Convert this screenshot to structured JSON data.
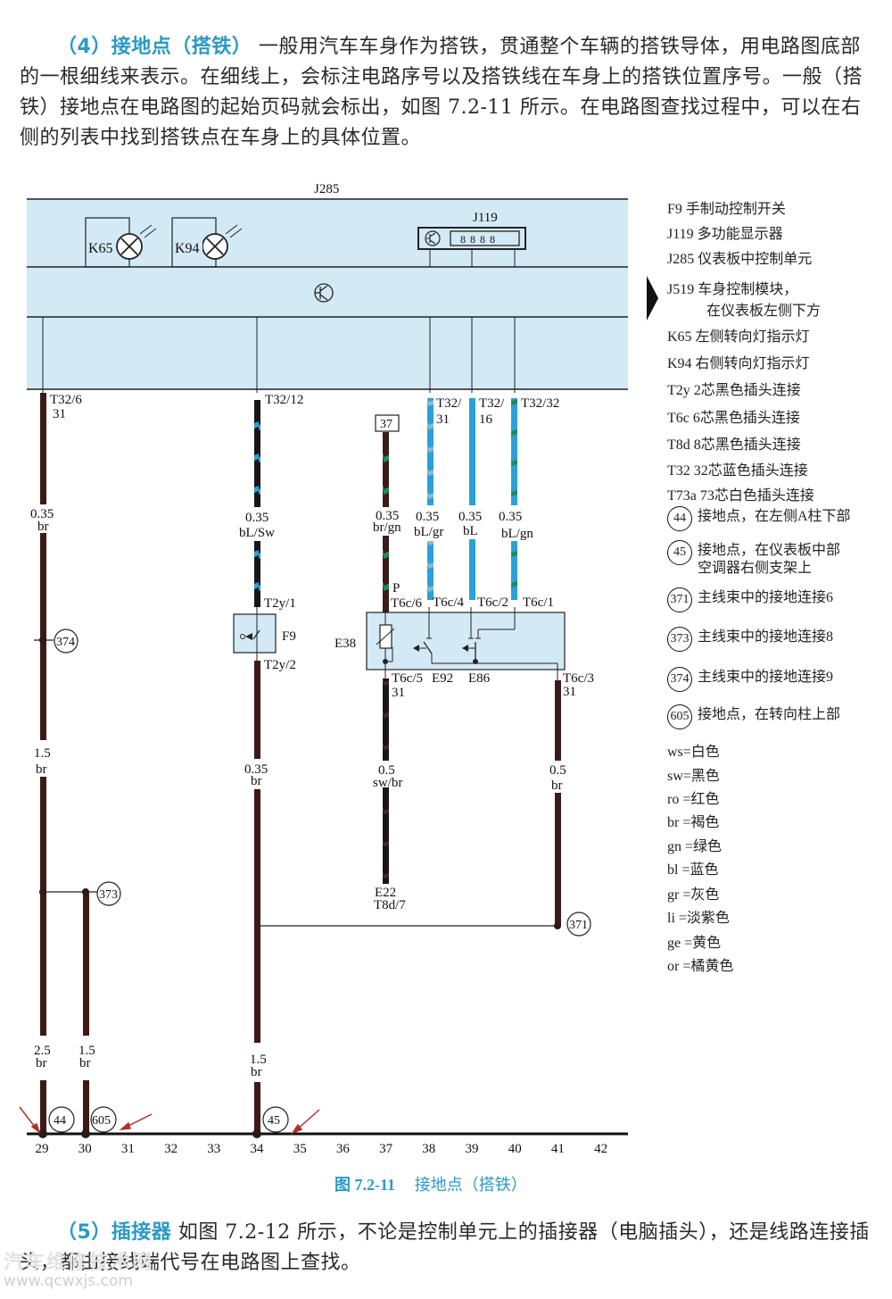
{
  "intro": {
    "heading": "（4）接地点（搭铁）",
    "body": "一般用汽车车身作为搭铁，贯通整个车辆的搭铁导体，用电路图底部的一根细线来表示。在细线上，会标注电路序号以及搭铁线在车身上的搭铁位置序号。一般（搭铁）接地点在电路图的起始页码就会标出，如图 7.2-11 所示。在电路图查找过程中，可以在右侧的列表中找到搭铁点在车身上的具体位置。"
  },
  "diagram": {
    "control_unit_label": "J285",
    "display_label": "J119",
    "lamps": [
      {
        "id": "K65"
      },
      {
        "id": "K94"
      }
    ],
    "connectors_top": {
      "c1": "T32/6",
      "c1_pin": "31",
      "c2": "T32/12",
      "c3": "T32/",
      "c3_pin": "31",
      "c4": "T32/",
      "c4_pin": "16",
      "c5": "T32/32"
    },
    "wires": {
      "w1": {
        "size": "0.35",
        "color": "br"
      },
      "w2": {
        "size": "0.35",
        "color": "bL/Sw"
      },
      "w3": {
        "size": "0.35",
        "color": "br/gn"
      },
      "w4": {
        "size": "0.35",
        "color": "bL/gr"
      },
      "w5": {
        "size": "0.35",
        "color": "bL"
      },
      "w6": {
        "size": "0.35",
        "color": "bL/gn"
      },
      "w7": {
        "size": "1.5",
        "color": "br"
      },
      "w8": {
        "size": "0.35",
        "color": "br"
      },
      "w9": {
        "size": "0.5",
        "color": "sw/br"
      },
      "w10": {
        "size": "0.5",
        "color": "br"
      },
      "w11": {
        "size": "2.5",
        "color": "br"
      },
      "w12": {
        "size": "1.5",
        "color": "br"
      },
      "w13": {
        "size": "1.5",
        "color": "br"
      }
    },
    "ref_37": "37",
    "switch": {
      "id": "F9",
      "pin_top": "T2y/1",
      "pin_bottom": "T2y/2"
    },
    "sensor_block": {
      "id": "E38",
      "p_label": "P",
      "pins_top": [
        "T6c/6",
        "T6c/4",
        "T6c/2",
        "T6c/1"
      ],
      "pin_bottom_left": "T6c/5",
      "pin_bottom_left_num": "31",
      "pin_bottom_right": "T6c/3",
      "pin_bottom_right_num": "31",
      "e92": "E92",
      "e86": "E86"
    },
    "e22": {
      "id": "E22",
      "pin": "T8d/7"
    },
    "ground_points": {
      "g374": "374",
      "g373": "373",
      "g371": "371",
      "g44": "44",
      "g605": "605",
      "g45": "45"
    },
    "path_numbers": [
      "29",
      "30",
      "31",
      "32",
      "33",
      "34",
      "35",
      "36",
      "37",
      "38",
      "39",
      "40",
      "41",
      "42"
    ]
  },
  "legend": {
    "components": [
      "F9 手制动控制开关",
      "J119 多功能显示器",
      "J285 仪表板中控制单元",
      "J519 车身控制模块，",
      "在仪表板左侧下方",
      "K65 左侧转向灯指示灯",
      "K94 右侧转向灯指示灯",
      "T2y 2芯黑色插头连接",
      "T6c 6芯黑色插头连接",
      "T8d 8芯黑色插头连接",
      "T32 32芯蓝色插头连接",
      "T73a 73芯白色插头连接"
    ],
    "grounds": [
      {
        "num": "44",
        "line1": "接地点，在左侧A柱下部",
        "line2": ""
      },
      {
        "num": "45",
        "line1": "接地点，在仪表板中部",
        "line2": "空调器右侧支架上"
      },
      {
        "num": "371",
        "line1": "主线束中的接地连接6",
        "line2": ""
      },
      {
        "num": "373",
        "line1": "主线束中的接地连接8",
        "line2": ""
      },
      {
        "num": "374",
        "line1": "主线束中的接地连接9",
        "line2": ""
      },
      {
        "num": "605",
        "line1": "接地点，在转向柱上部",
        "line2": ""
      }
    ],
    "colors": [
      "ws=白色",
      "sw=黑色",
      "ro =红色",
      "br =褐色",
      "gn =绿色",
      "bl =蓝色",
      "gr =灰色",
      "li =淡紫色",
      "ge =黄色",
      "or =橘黄色"
    ]
  },
  "caption": {
    "number": "图 7.2-11",
    "title": "接地点（搭铁）"
  },
  "section5": {
    "heading": "（5）插接器",
    "body": "如图 7.2-12 所示，不论是控制单元上的插接器（电脑插头），还是线路连接插头，都由接线端代号在电路图上查找。"
  },
  "watermark": {
    "brand": "汽车维修技术网",
    "url": "www.qcwxjs.com"
  },
  "colors": {
    "accent": "#2b9ac6",
    "panel": "#d3e9f6",
    "wire_brown": "#3d1a16",
    "wire_blue": "#2aa0dc",
    "wire_green": "#1e8a5a",
    "arrow_red": "#b03028"
  }
}
